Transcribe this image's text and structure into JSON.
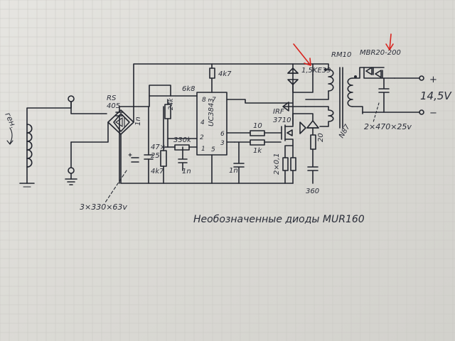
{
  "labels": {
    "generator": "ген.",
    "bridge_line1": "RS",
    "bridge_line2": "405",
    "input_caps": "3×330×63v",
    "cap_1n_a": "1n",
    "r_6k8": "6k8",
    "r_24k": "24k",
    "cap_47": "47×",
    "cap_25": "25",
    "r_4k7_left": "4k7",
    "r_330k": "330k",
    "cap_1n_b": "1n",
    "ic": "UC3843",
    "pin_8": "8",
    "pin_7": "7",
    "pin_4": "4",
    "pin_2": "2",
    "pin_1": "1",
    "pin_6": "6",
    "pin_3": "3",
    "pin_5": "5",
    "r_4k7_top": "4k7",
    "r_10": "10",
    "r_1k": "1k",
    "cap_1n_c": "1n",
    "mosfet_line1": "IRF",
    "mosfet_line2": "3710",
    "res_2x01": "2×0,1",
    "r_20": "20",
    "cap_360": "360",
    "tvs": "1,5KE39",
    "core_top": "RM10",
    "core_side": "N87",
    "out_diode": "MBR20-200",
    "plus": "+",
    "minus": "−",
    "out_voltage": "14,5V",
    "out_caps": "2×470×25v",
    "note": "Необозначенные диоды MUR160"
  },
  "colors": {
    "ink": "#23262f",
    "annotation": "#d8241f",
    "paper": "#e2e1dc"
  }
}
